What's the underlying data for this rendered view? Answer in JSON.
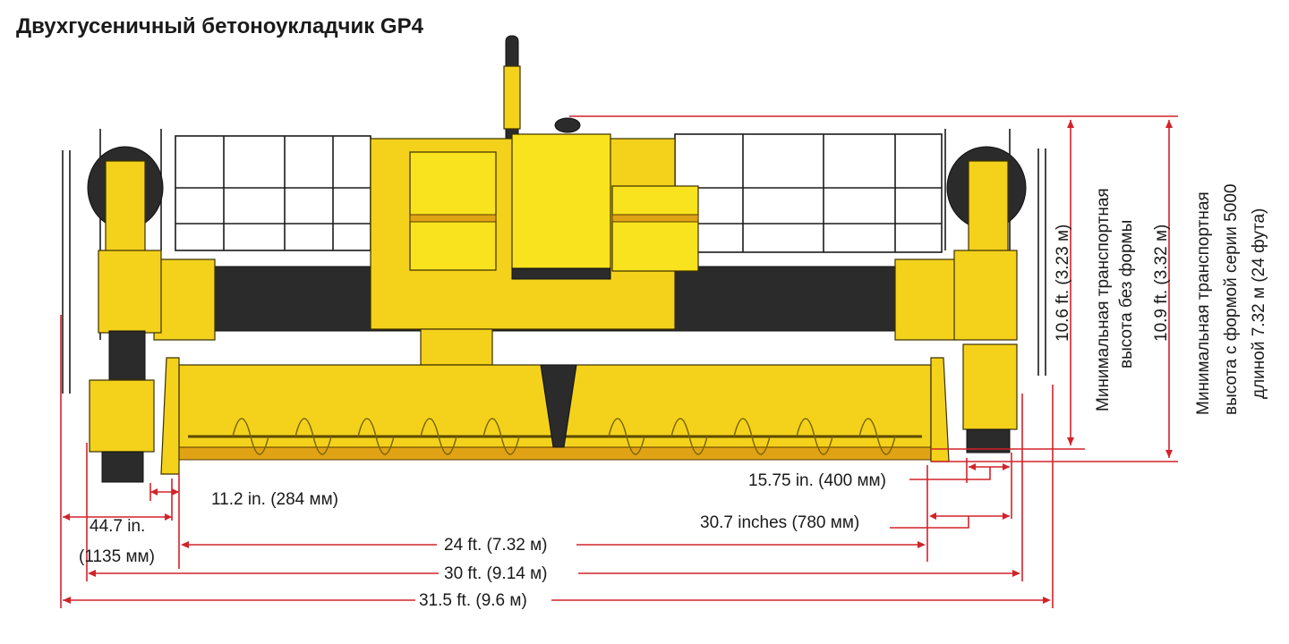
{
  "title": "Двухгусеничный бетоноукладчик GP4",
  "dimensions": {
    "track_offset": "11.2 in. (284 мм)",
    "side_width_line1": "44.7 in.",
    "side_width_line2": "(1135 мм)",
    "pan_width": "24 ft. (7.32 м)",
    "overall_width_30": "30 ft. (9.14 м)",
    "overall_width_315": "31.5 ft. (9.6 м)",
    "track_width_1575": "15.75 in. (400 мм)",
    "track_width_307": "30.7 inches (780 мм)",
    "height_no_form_value": "10.6 ft. (3.23 м)",
    "height_no_form_line1": "Минимальная транспортная",
    "height_no_form_line2": "высота без формы",
    "height_with_form_value": "10.9 ft. (3.32 м)",
    "height_with_form_line1": "Минимальная транспортная",
    "height_with_form_line2": "высота с формой серии 5000",
    "height_with_form_line3": "длиной 7.32 м (24 фута)"
  },
  "colors": {
    "dimension_red": "#d2232a",
    "machine_yellow": "#f4d21c",
    "frame_dark": "#2b2b2b"
  }
}
